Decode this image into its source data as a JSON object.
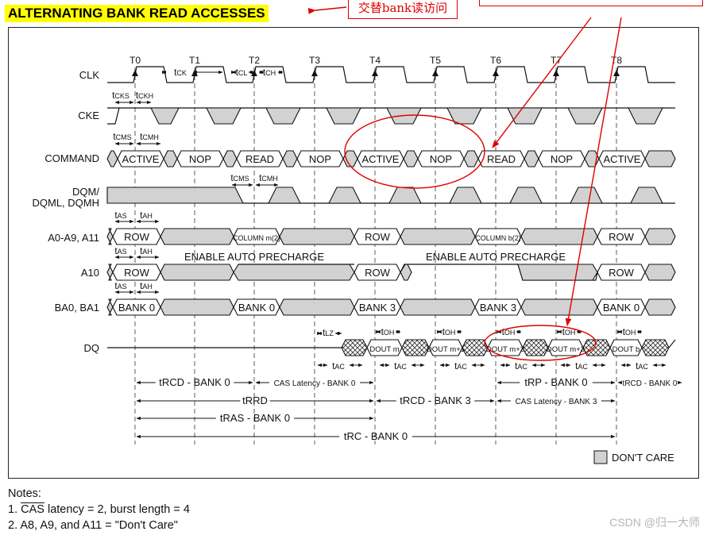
{
  "title": "ALTERNATING  BANK READ ACCESSES",
  "annotations": {
    "left_box_text": "交替bank读访问",
    "right_box_text": ""
  },
  "clock_labels": [
    "T0",
    "T1",
    "T2",
    "T3",
    "T4",
    "T5",
    "T6",
    "T7",
    "T8"
  ],
  "signals": {
    "clk": "CLK",
    "cke": "CKE",
    "command": "COMMAND",
    "dqm_line1": "DQM/",
    "dqm_line2": "DQML, DQMH",
    "addr": "A0-A9, A11",
    "a10": "A10",
    "ba": "BA0, BA1",
    "dq": "DQ"
  },
  "commands": [
    "ACTIVE",
    "NOP",
    "READ",
    "NOP",
    "ACTIVE",
    "NOP",
    "READ",
    "NOP",
    "ACTIVE"
  ],
  "addr_values": {
    "row": "ROW",
    "column_m": "COLUMN m",
    "column_b": "COLUMN b",
    "sup": "(2)"
  },
  "a10_text": "ENABLE AUTO PRECHARGE",
  "bank_labels": [
    "BANK 0",
    "BANK 0",
    "BANK 3",
    "BANK 3",
    "BANK 0"
  ],
  "dq_values": [
    "DOUT m",
    "DOUT m+1",
    "DOUT m+2",
    "DOUT m+3",
    "DOUT b"
  ],
  "timing": {
    "tck": "tCK",
    "tcl": "tCL",
    "tch": "tCH",
    "tcks": "tCKS",
    "tckh": "tCKH",
    "tcms": "tCMS",
    "tcmh": "tCMH",
    "tas": "tAS",
    "tah": "tAH",
    "tlz": "tLZ",
    "toh": "tOH",
    "tac": "tAC"
  },
  "spans": {
    "trcd_bank0": "tRCD - BANK 0",
    "cas_bank0": "CAS Latency - BANK 0",
    "trp_bank0": "tRP - BANK 0",
    "trcd_bank0_b": "tRCD - BANK 0",
    "trrd": "tRRD",
    "trcd_bank3": "tRCD - BANK 3",
    "cas_bank3": "CAS Latency - BANK 3",
    "tras_bank0": "tRAS - BANK 0",
    "trc_bank0": "tRC - BANK 0"
  },
  "legend": "DON'T CARE",
  "notes": {
    "heading": "Notes:",
    "n1_prefix": "1. ",
    "n1_cas": "CAS",
    "n1_rest": "  latency = 2, burst length = 4",
    "n2": "2. A8, A9, and A11 = \"Don't Care\""
  },
  "watermark": "CSDN @归一大师",
  "colors": {
    "dont_care": "#d2d2d2",
    "annotation": "#e00000",
    "title_bg": "#ffff00"
  }
}
